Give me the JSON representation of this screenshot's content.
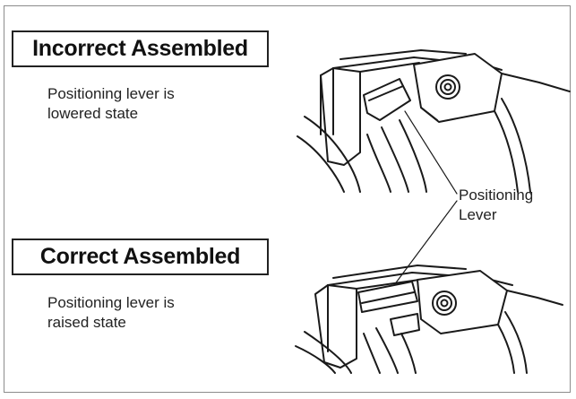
{
  "incorrect": {
    "title": "Incorrect Assembled",
    "desc_line1": "Positioning lever is",
    "desc_line2": "lowered state"
  },
  "correct": {
    "title": "Correct Assembled",
    "desc_line1": "Positioning lever is",
    "desc_line2": "raised state"
  },
  "callout": {
    "line1": "Positioning",
    "line2": "Lever"
  },
  "colors": {
    "line": "#1a1a1a",
    "frame": "#8c8c8c"
  }
}
